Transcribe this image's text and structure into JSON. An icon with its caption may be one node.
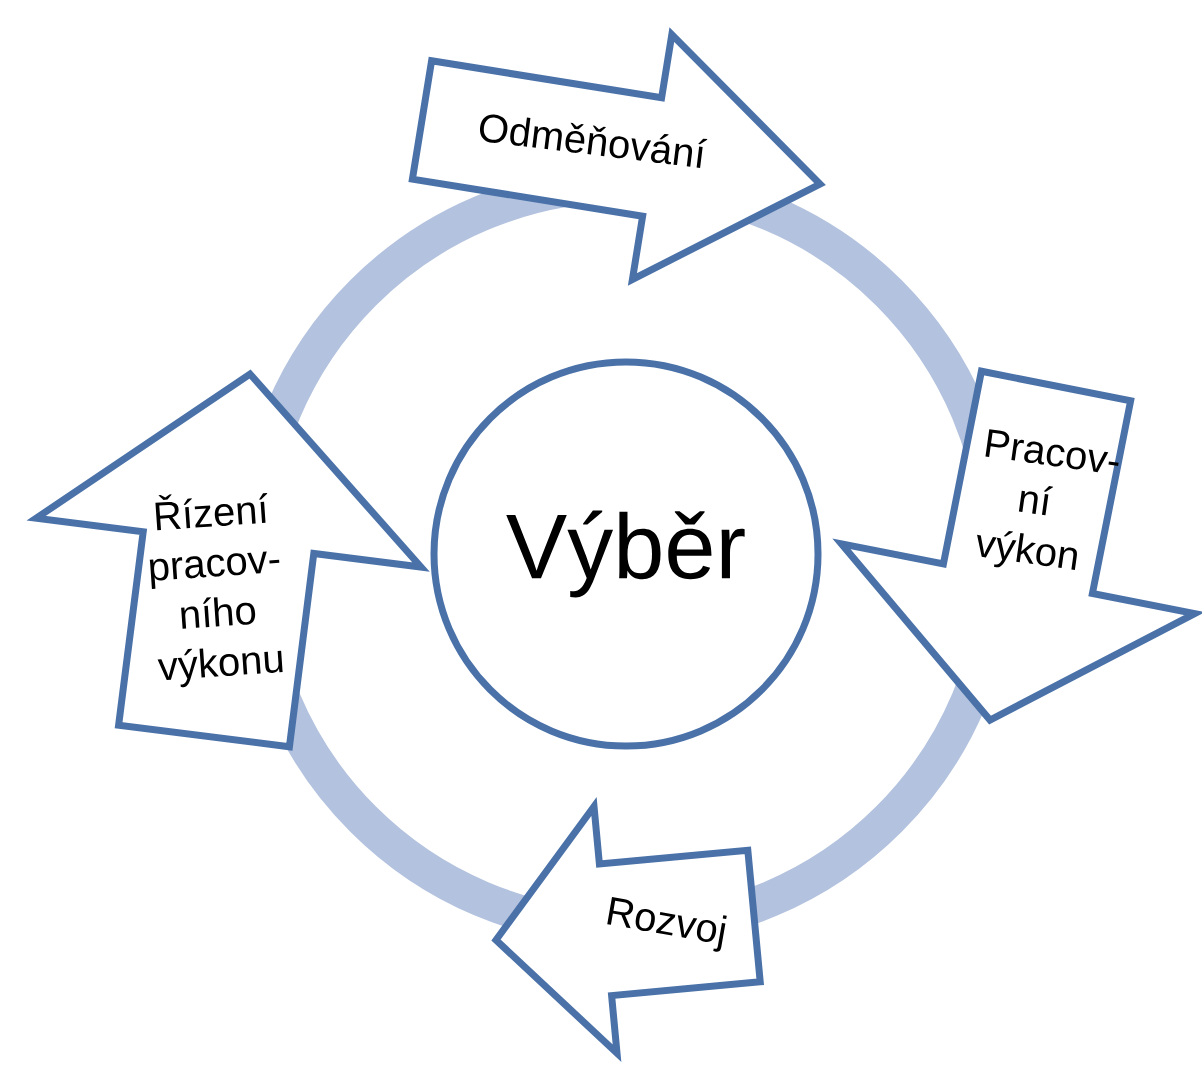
{
  "diagram": {
    "nodes": [
      {
        "text": [
          "Výběr"
        ]
      },
      {
        "text": [
          "Odměňování"
        ]
      },
      {
        "text": [
          "Pracov- ní výkon"
        ]
      },
      {
        "text": [
          "Rozvoj"
        ]
      },
      {
        "text": [
          "Řízení pracov- ního výkonu"
        ]
      }
    ]
  }
}
